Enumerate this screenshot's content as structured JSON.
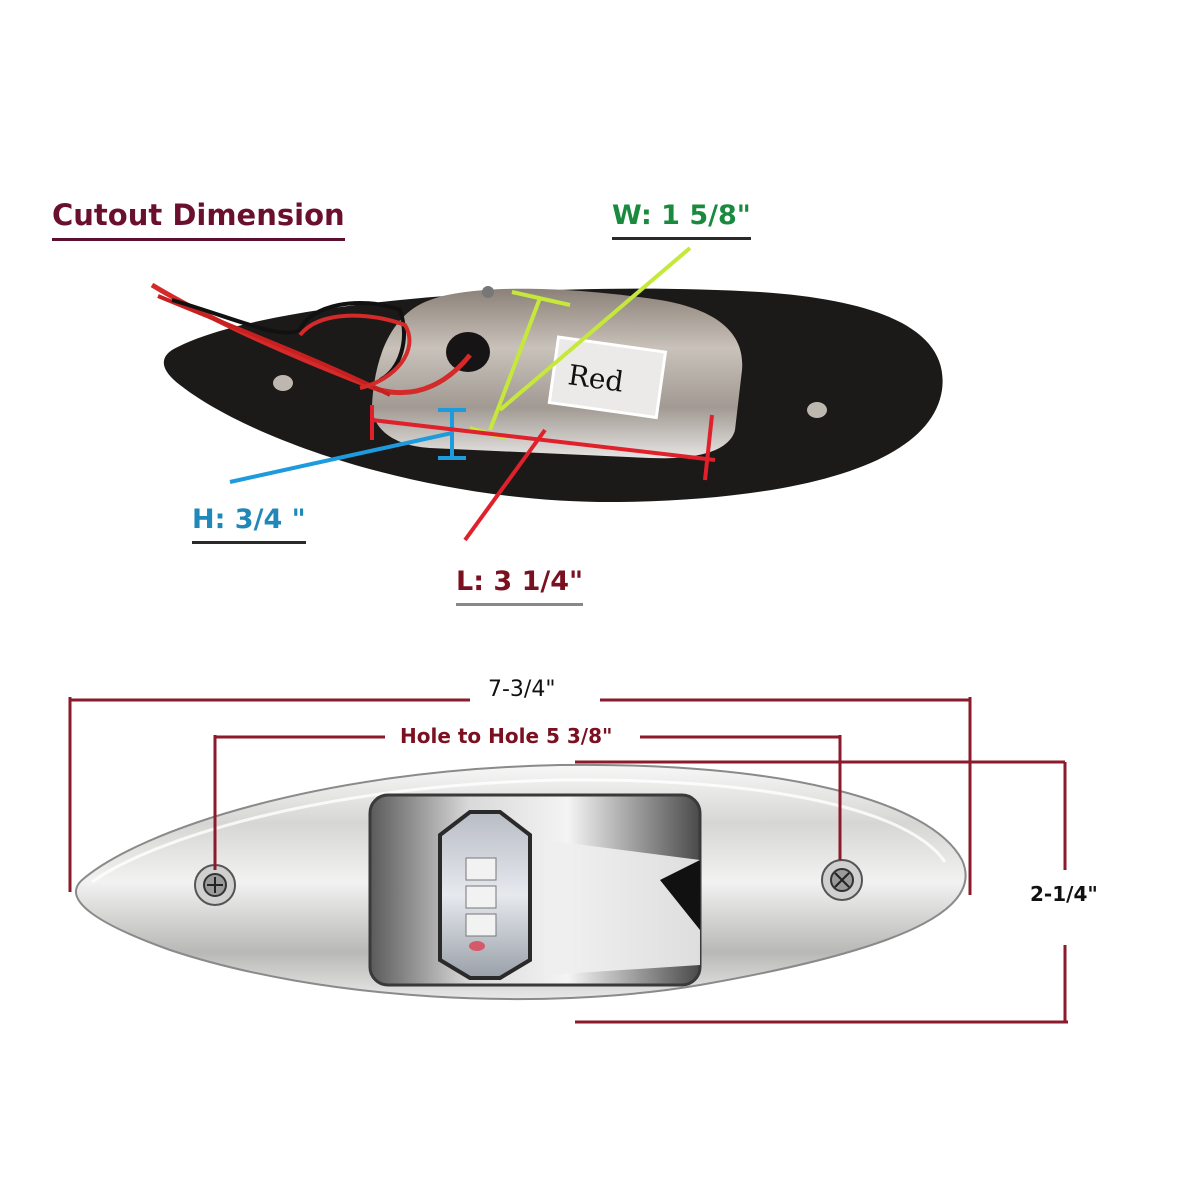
{
  "diagram": {
    "title": "Cutout Dimension",
    "product": "Stainless steel LED boat navigation side light (red)",
    "cutout": {
      "width": {
        "label": "W: 1 5/8\"",
        "color": "#1a8a3e",
        "line_color": "#c6e83a"
      },
      "height": {
        "label": "H: 3/4  \"",
        "color": "#1f88b8",
        "line_color": "#1e9bdc"
      },
      "length": {
        "label": "L: 3 1/4\"",
        "color": "#7a1020",
        "line_color": "#e0202a"
      }
    },
    "housing_sticker": "Red",
    "overall": {
      "length": {
        "label": "7-3/4\""
      },
      "hole_to_hole": {
        "label": "Hole to Hole  5 3/8\""
      },
      "height": {
        "label": "2-1/4\""
      },
      "dimension_line_color": "#8b1a2b"
    },
    "colors": {
      "title": "#6b0f2e",
      "gasket": "#1c1a19",
      "steel": "#d8d8d6"
    }
  }
}
